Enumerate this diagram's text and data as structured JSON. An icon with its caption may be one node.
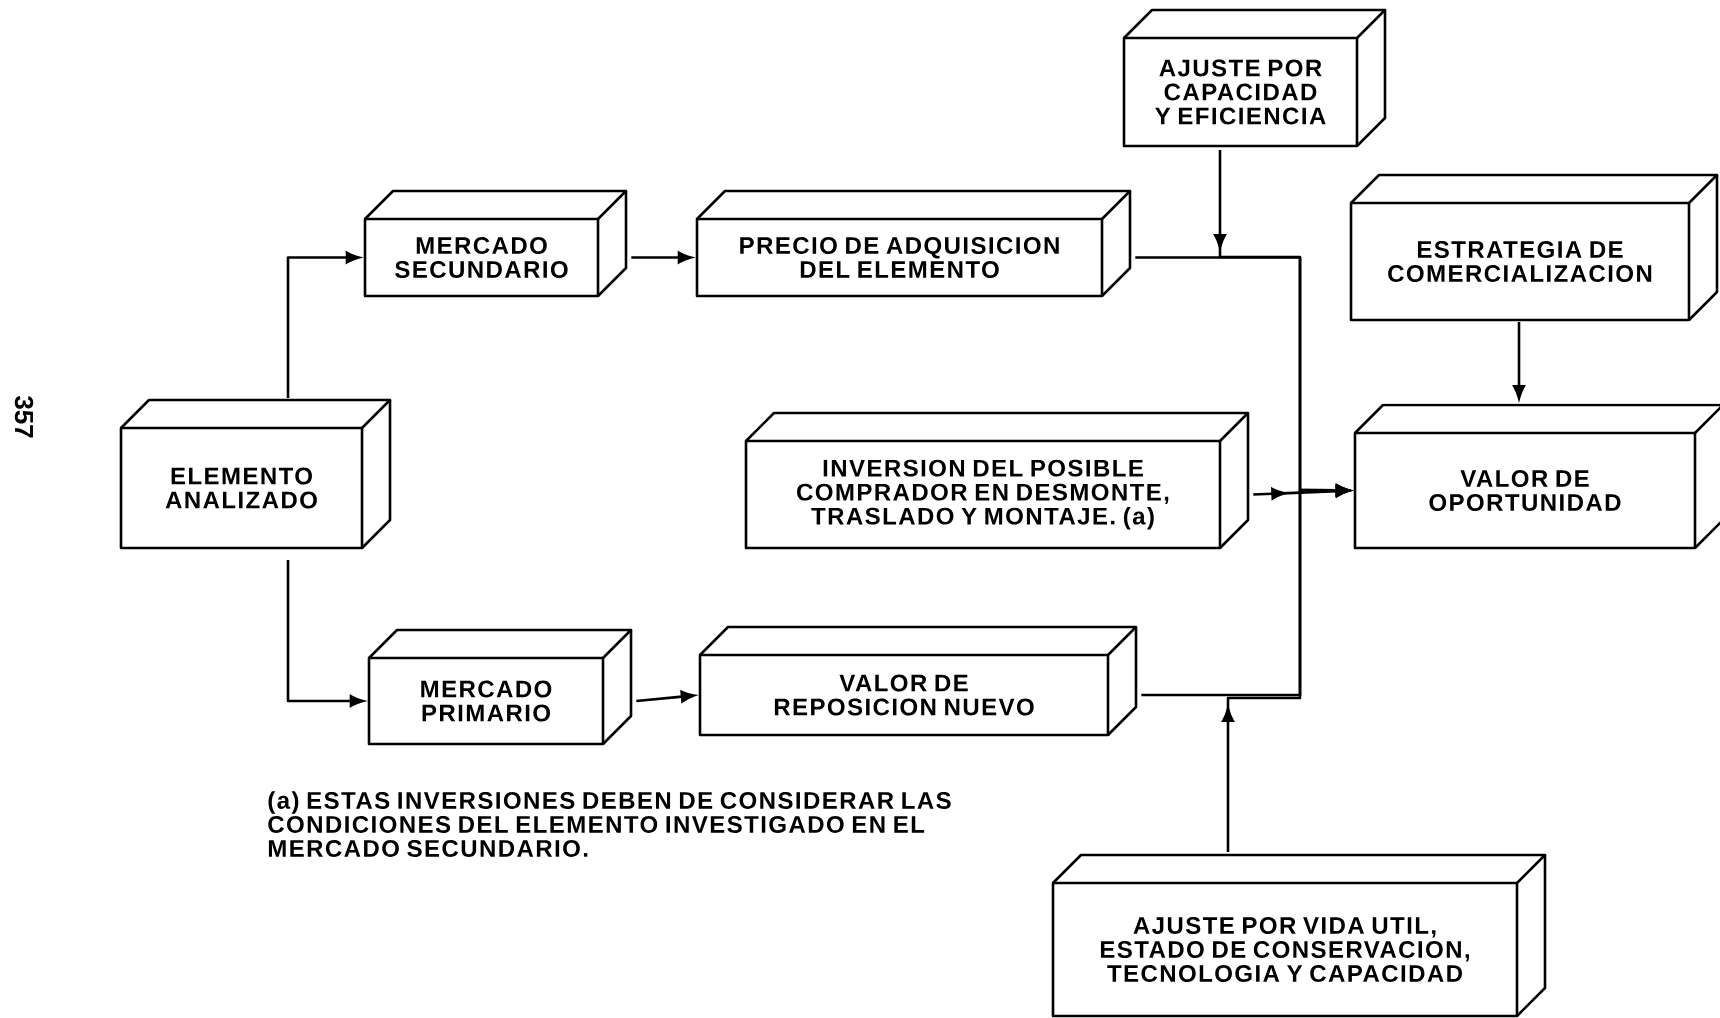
{
  "diagram": {
    "nodes": [
      {
        "text": [
          "ELEMENTO ANALIZADO"
        ]
      },
      {
        "text": [
          "MERCADO SECUNDARIO"
        ]
      },
      {
        "text": [
          "PRECIO DE ADQUISICION DEL ELEMENTO"
        ]
      },
      {
        "text": [
          "AJUSTE POR CAPACIDAD Y EFICIENCIA"
        ]
      },
      {
        "text": [
          "ESTRATEGIA DE COMERCIALIZACION"
        ]
      },
      {
        "text": [
          "INVERSION DEL POSIBLE COMPRADOR EN DESMONTE, TRASLADO Y MONTAJE. (a)"
        ]
      },
      {
        "text": [
          "VALOR DE OPORTUNIDAD"
        ]
      },
      {
        "text": [
          "MERCADO PRIMARIO"
        ]
      },
      {
        "text": [
          "VALOR DE REPOSICION NUEVO"
        ]
      },
      {
        "text": [
          "AJUSTE POR VIDA UTIL, ESTADO DE CONSERVACION, TECNOLOGIA Y CAPACIDAD"
        ]
      }
    ],
    "edges": [
      {
        "from": 0,
        "to": 1,
        "arrow": "to"
      },
      {
        "from": 1,
        "to": 2,
        "arrow": "to"
      },
      {
        "from": 0,
        "to": 7,
        "arrow": "to"
      },
      {
        "from": 7,
        "to": 8,
        "arrow": "to"
      },
      {
        "from": 3,
        "to": 6,
        "arrow": "to"
      },
      {
        "from": 2,
        "to": 6,
        "arrow": "to"
      },
      {
        "from": 5,
        "to": 6,
        "arrow": "to"
      },
      {
        "from": 8,
        "to": 6,
        "arrow": "to"
      },
      {
        "from": 9,
        "to": 6,
        "arrow": "to"
      },
      {
        "from": 4,
        "to": 6,
        "arrow": "to"
      }
    ],
    "labels": [
      "357",
      "(a) ESTAS INVERSIONES DEBEN DE CONSIDERAR LAS CONDICIONES DEL ELEMENTO INVESTIGADO EN EL MERCADO SECUNDARIO."
    ]
  }
}
